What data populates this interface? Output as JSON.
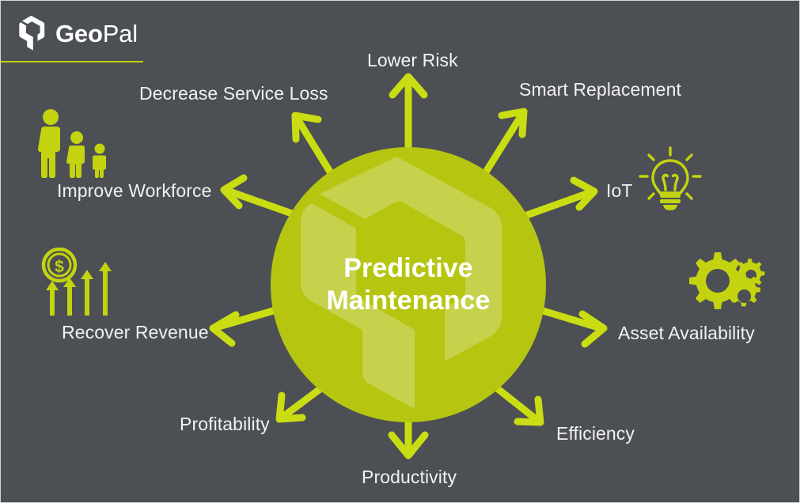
{
  "brand": {
    "logo_icon": "geopal-cube-logo-icon",
    "name_part1": "Geo",
    "name_part2": "Pal",
    "accent_color": "#c6d40a"
  },
  "theme": {
    "background": "#4c4f54",
    "hub_green": "#b6c510",
    "hub_watermark_green": "#c6d24c",
    "arrow_green": "#cadd12",
    "text_white": "#f1f1f1"
  },
  "hub": {
    "title_line1": "Predictive",
    "title_line2": "Maintenance"
  },
  "spokes": [
    {
      "id": "lower-risk",
      "label": "Lower Risk",
      "direction": "up"
    },
    {
      "id": "decrease-service",
      "label": "Decrease Service Loss",
      "direction": "up-left"
    },
    {
      "id": "smart-replacement",
      "label": "Smart Replacement",
      "direction": "up-right"
    },
    {
      "id": "improve-workforce",
      "label": "Improve Workforce",
      "direction": "left"
    },
    {
      "id": "iot",
      "label": "IoT",
      "direction": "right"
    },
    {
      "id": "recover-revenue",
      "label": "Recover Revenue",
      "direction": "down-left"
    },
    {
      "id": "asset-availability",
      "label": "Asset Availability",
      "direction": "down-right"
    },
    {
      "id": "profitability",
      "label": "Profitability",
      "direction": "down-left-low"
    },
    {
      "id": "efficiency",
      "label": "Efficiency",
      "direction": "down-right-low"
    },
    {
      "id": "productivity",
      "label": "Productivity",
      "direction": "down"
    }
  ],
  "icons": [
    {
      "id": "people",
      "name": "three-people-icon",
      "related_label": "Improve Workforce"
    },
    {
      "id": "revenue",
      "name": "dollar-coin-rising-arrows-icon",
      "related_label": "Recover Revenue"
    },
    {
      "id": "bulb",
      "name": "lightbulb-icon",
      "related_label": "IoT"
    },
    {
      "id": "gears",
      "name": "three-gears-icon",
      "related_label": "Asset Availability"
    }
  ]
}
